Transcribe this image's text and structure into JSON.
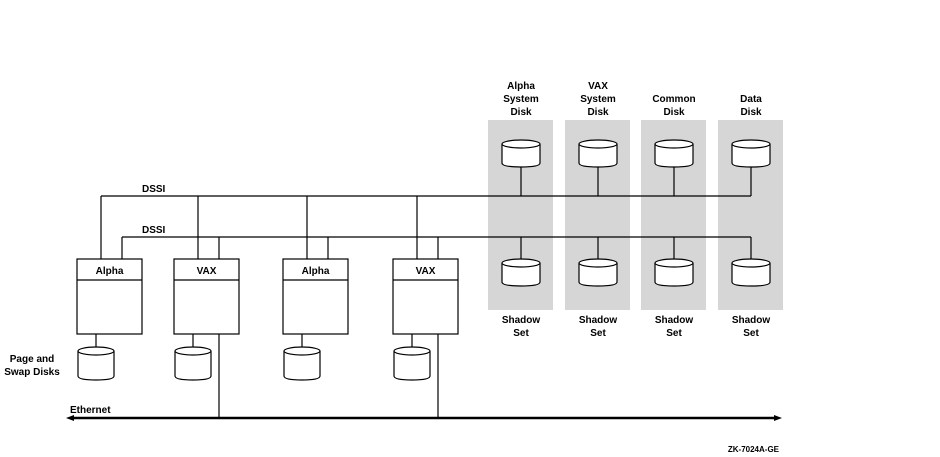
{
  "diagram": {
    "buses": {
      "dssi_top_label": "DSSI",
      "dssi_bottom_label": "DSSI",
      "ethernet_label": "Ethernet"
    },
    "shared_disk_columns": [
      {
        "title_lines": [
          "Alpha",
          "System",
          "Disk"
        ],
        "shadow_lines": [
          "Shadow",
          "Set"
        ]
      },
      {
        "title_lines": [
          "VAX",
          "System",
          "Disk"
        ],
        "shadow_lines": [
          "Shadow",
          "Set"
        ]
      },
      {
        "title_lines": [
          "Common",
          "Disk"
        ],
        "shadow_lines": [
          "Shadow",
          "Set"
        ]
      },
      {
        "title_lines": [
          "Data",
          "Disk"
        ],
        "shadow_lines": [
          "Shadow",
          "Set"
        ]
      }
    ],
    "nodes": [
      {
        "label": "Alpha",
        "ethernet": false
      },
      {
        "label": "VAX",
        "ethernet": true
      },
      {
        "label": "Alpha",
        "ethernet": false
      },
      {
        "label": "VAX",
        "ethernet": true
      }
    ],
    "page_swap_label_lines": [
      "Page and",
      "Swap Disks"
    ],
    "figure_id": "ZK-7024A-GE",
    "colors": {
      "column_fill": "#d6d6d6",
      "line": "#000000"
    }
  }
}
